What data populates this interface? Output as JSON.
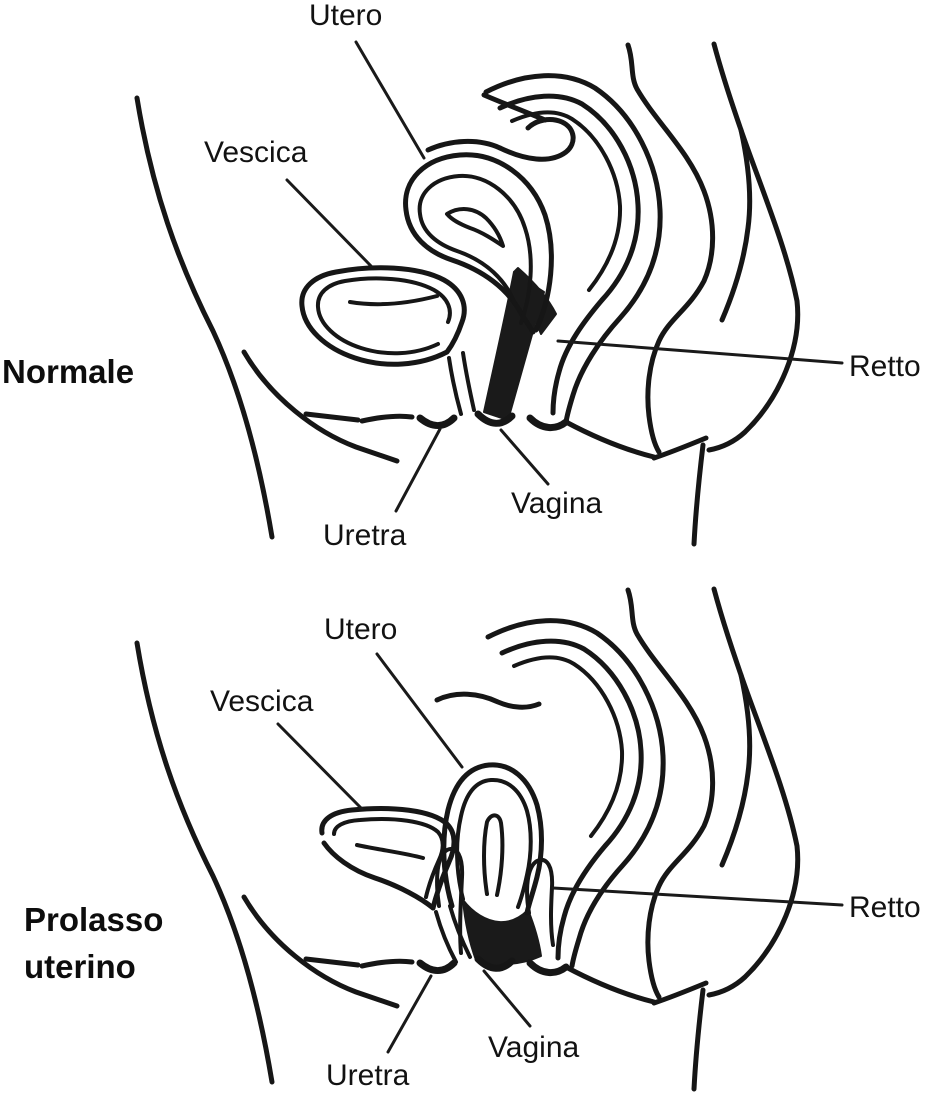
{
  "figure": {
    "type": "anatomical-comparison-diagram",
    "background_color": "#ffffff",
    "ink_color": "#161616",
    "panels": [
      {
        "id": "normale",
        "title": "Normale",
        "labels": {
          "utero": "Utero",
          "vescica": "Vescica",
          "retto": "Retto",
          "vagina": "Vagina",
          "uretra": "Uretra"
        }
      },
      {
        "id": "prolasso-uterino",
        "title": "Prolasso uterino",
        "labels": {
          "utero": "Utero",
          "vescica": "Vescica",
          "retto": "Retto",
          "vagina": "Vagina",
          "uretra": "Uretra"
        }
      }
    ]
  }
}
